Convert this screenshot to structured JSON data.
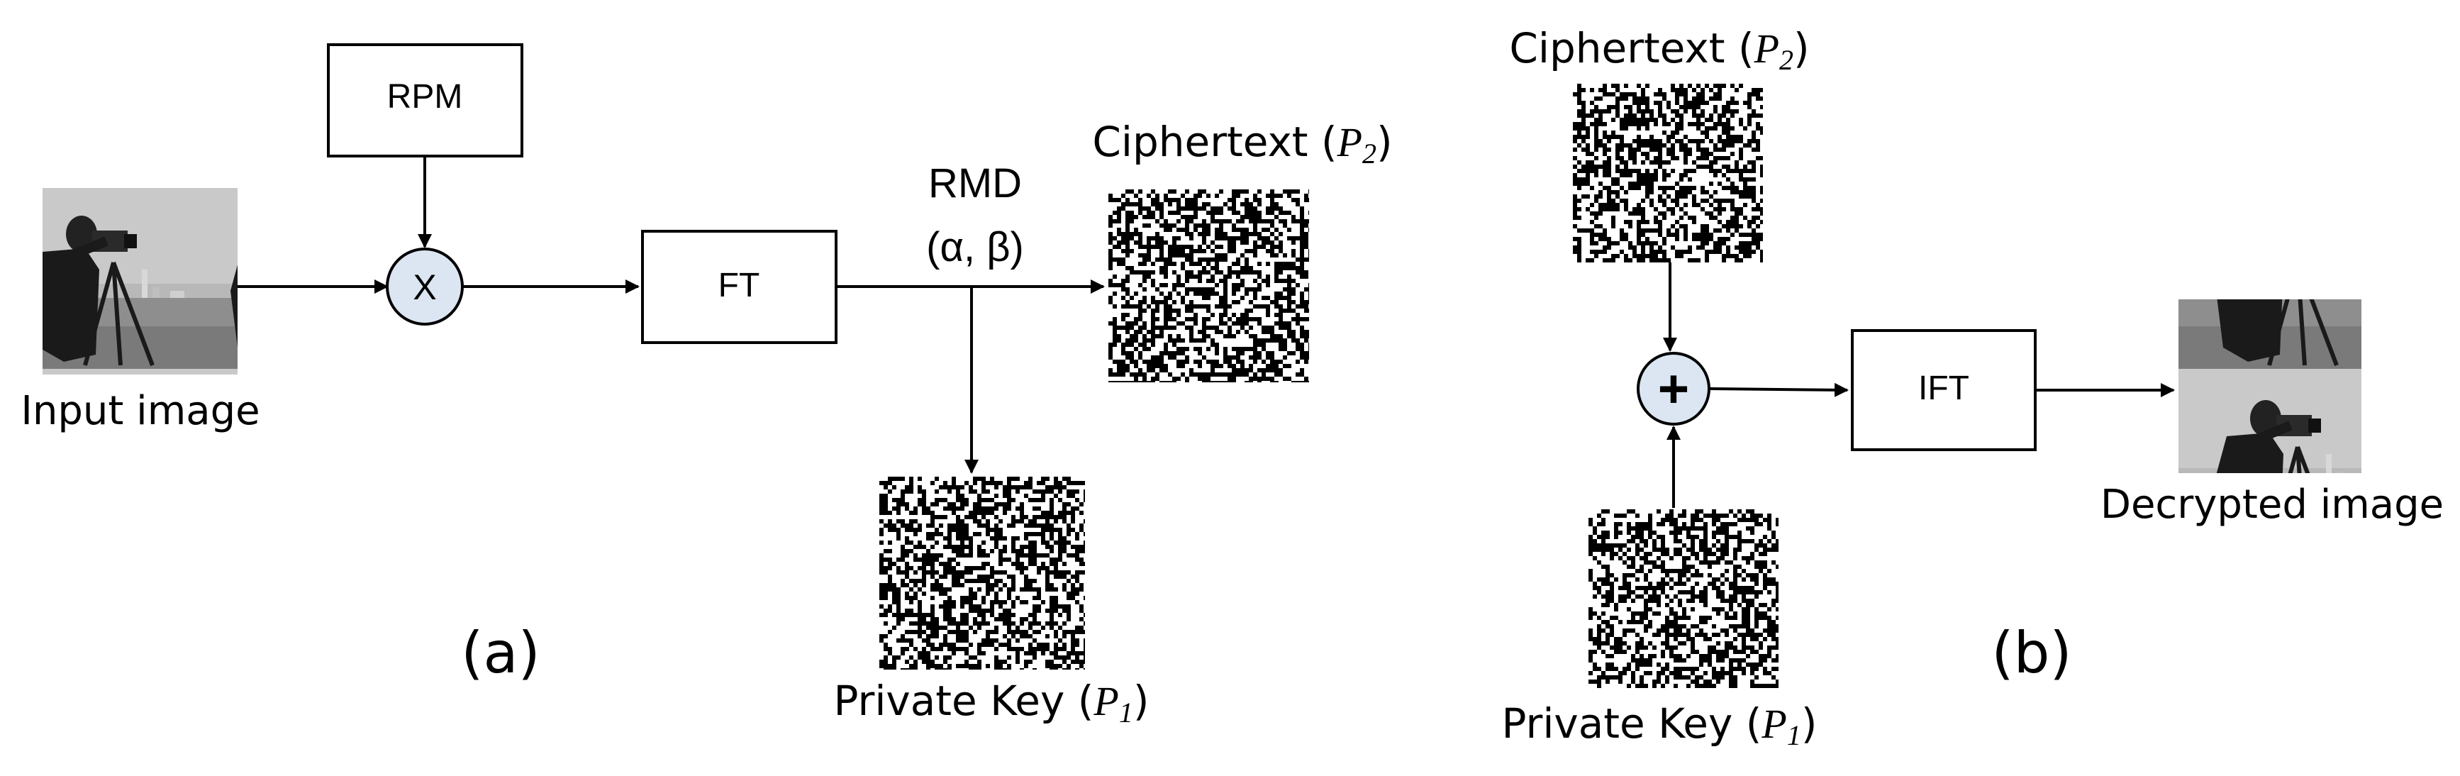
{
  "panel_a": {
    "label": "(a)",
    "input_caption": "Input image",
    "rpm_label": "RPM",
    "multiply_symbol": "X",
    "ft_label": "FT",
    "rmd_label": "RMD",
    "rmd_params": "(α, β)",
    "ciphertext_caption": "Ciphertext (",
    "ciphertext_var": "P",
    "ciphertext_sub": "2",
    "ciphertext_close": ")",
    "privatekey_caption": "Private Key (",
    "privatekey_var": "P",
    "privatekey_sub": "1",
    "privatekey_close": ")"
  },
  "panel_b": {
    "label": "(b)",
    "ciphertext_caption": "Ciphertext (",
    "ciphertext_var": "P",
    "ciphertext_sub": "2",
    "ciphertext_close": ")",
    "add_symbol": "+",
    "ift_label": "IFT",
    "decrypted_caption": "Decrypted image",
    "privatekey_caption": "Private Key (",
    "privatekey_var": "P",
    "privatekey_sub": "1",
    "privatekey_close": ")"
  },
  "colors": {
    "operator_fill": "#dce6f2",
    "stroke": "#000000"
  }
}
